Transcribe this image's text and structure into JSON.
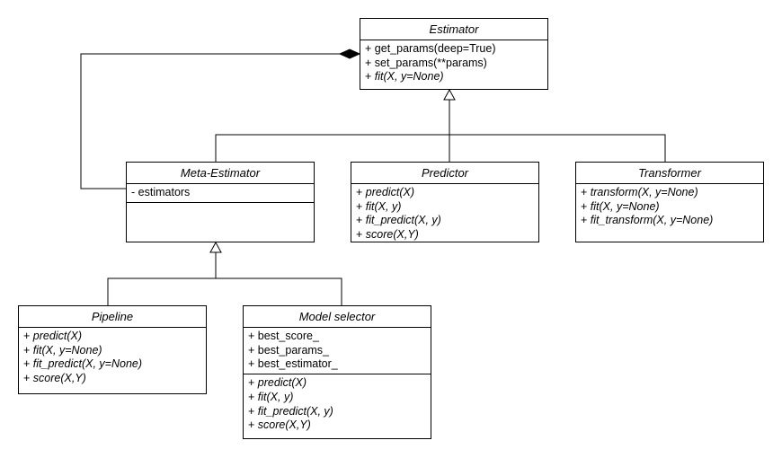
{
  "classes": {
    "estimator": {
      "name": "Estimator",
      "compartments": [
        [
          {
            "vis": "+",
            "name": "get_params(deep=True)",
            "abstract": false
          },
          {
            "vis": "+",
            "name": "set_params(**params)",
            "abstract": false
          },
          {
            "vis": "+",
            "name": "fit(X, y=None)",
            "abstract": true
          }
        ]
      ]
    },
    "meta_estimator": {
      "name": "Meta-Estimator",
      "compartments": [
        [
          {
            "vis": "-",
            "name": "estimators",
            "abstract": false
          }
        ],
        []
      ]
    },
    "predictor": {
      "name": "Predictor",
      "compartments": [
        [
          {
            "vis": "+",
            "name": "predict(X)",
            "abstract": true
          },
          {
            "vis": "+",
            "name": "fit(X, y)",
            "abstract": true
          },
          {
            "vis": "+",
            "name": "fit_predict(X, y)",
            "abstract": true
          },
          {
            "vis": "+",
            "name": "score(X,Y)",
            "abstract": true
          }
        ]
      ]
    },
    "transformer": {
      "name": "Transformer",
      "compartments": [
        [
          {
            "vis": "+",
            "name": "transform(X, y=None)",
            "abstract": true
          },
          {
            "vis": "+",
            "name": "fit(X, y=None)",
            "abstract": true
          },
          {
            "vis": "+",
            "name": "fit_transform(X, y=None)",
            "abstract": true
          }
        ]
      ]
    },
    "pipeline": {
      "name": "Pipeline",
      "compartments": [
        [
          {
            "vis": "+",
            "name": "predict(X)",
            "abstract": true
          },
          {
            "vis": "+",
            "name": "fit(X, y=None)",
            "abstract": true
          },
          {
            "vis": "+",
            "name": "fit_predict(X, y=None)",
            "abstract": true
          },
          {
            "vis": "+",
            "name": "score(X,Y)",
            "abstract": true
          }
        ]
      ]
    },
    "model_selector": {
      "name": "Model selector",
      "compartments": [
        [
          {
            "vis": "+",
            "name": "best_score_",
            "abstract": false
          },
          {
            "vis": "+",
            "name": "best_params_",
            "abstract": false
          },
          {
            "vis": "+",
            "name": "best_estimator_",
            "abstract": false
          }
        ],
        [
          {
            "vis": "+",
            "name": "predict(X)",
            "abstract": true
          },
          {
            "vis": "+",
            "name": "fit(X, y)",
            "abstract": true
          },
          {
            "vis": "+",
            "name": "fit_predict(X, y)",
            "abstract": true
          },
          {
            "vis": "+",
            "name": "score(X,Y)",
            "abstract": true
          }
        ]
      ]
    }
  },
  "relations": [
    {
      "type": "composition",
      "whole": "estimator",
      "part": "meta_estimator"
    },
    {
      "type": "generalization",
      "parent": "estimator",
      "children": [
        "meta_estimator",
        "predictor",
        "transformer"
      ]
    },
    {
      "type": "generalization",
      "parent": "meta_estimator",
      "children": [
        "pipeline",
        "model_selector"
      ]
    }
  ],
  "colors": {
    "line": "#000000",
    "background": "#ffffff"
  }
}
